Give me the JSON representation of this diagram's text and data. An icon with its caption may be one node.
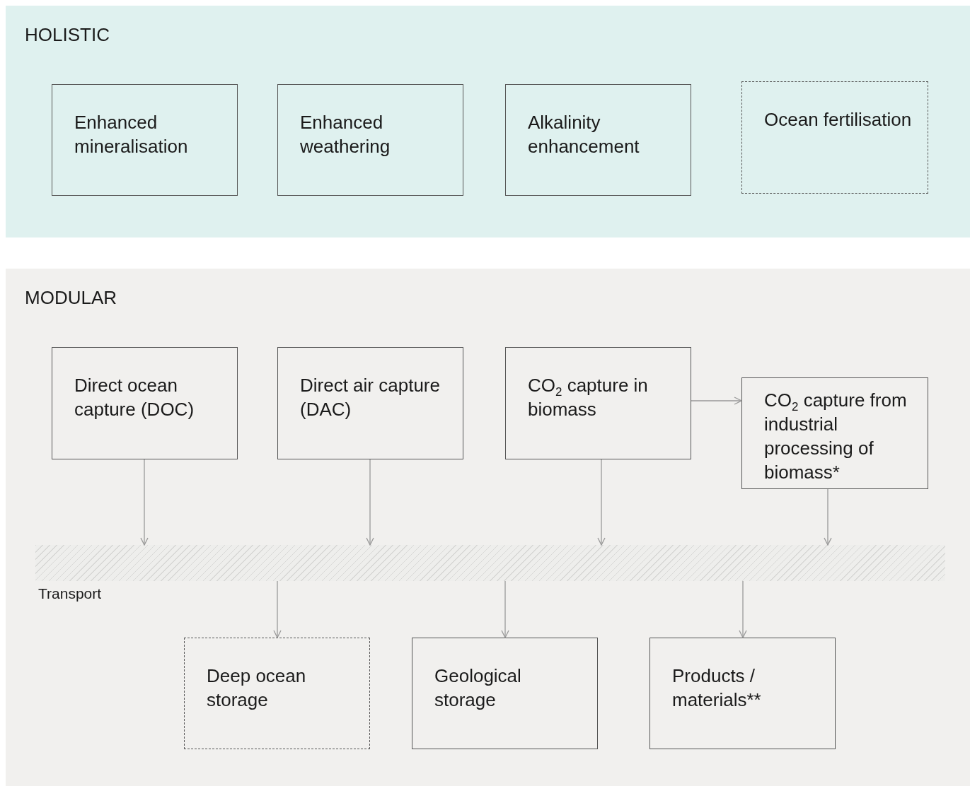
{
  "diagram": {
    "nodes": [
      {
        "text": [
          "HOLISTIC"
        ]
      },
      {
        "text": [
          "Enhanced mineralisation"
        ],
        "in": 0
      },
      {
        "text": [
          "Enhanced weathering"
        ],
        "in": 0
      },
      {
        "text": [
          "Alkalinity enhancement"
        ],
        "in": 0
      },
      {
        "text": [
          "Ocean fertilisation"
        ],
        "in": 0
      },
      {
        "text": [
          "MODULAR"
        ]
      },
      {
        "text": [
          "Direct ocean capture (DOC)"
        ],
        "in": 5
      },
      {
        "text": [
          "Direct air capture (DAC)"
        ],
        "in": 5
      },
      {
        "text": [
          "CO$_{2}$ capture in biomass"
        ],
        "in": 5
      },
      {
        "text": [
          "CO$_{2}$ capture from industrial processing of biomass*"
        ],
        "in": 5
      },
      {
        "text": [
          "Transport"
        ],
        "in": 5
      },
      {
        "text": [
          "Deep ocean storage"
        ],
        "in": 5
      },
      {
        "text": [
          "Geological storage"
        ],
        "in": 5
      },
      {
        "text": [
          "Products / materials**"
        ],
        "in": 5
      }
    ],
    "edges": [
      {
        "from": 8,
        "to": 9,
        "arrow": "to"
      },
      {
        "from": 6,
        "to": 10,
        "arrow": "to"
      },
      {
        "from": 7,
        "to": 10,
        "arrow": "to"
      },
      {
        "from": 8,
        "to": 10,
        "arrow": "to"
      },
      {
        "from": 9,
        "to": 10,
        "arrow": "to"
      },
      {
        "from": 10,
        "to": 11,
        "arrow": "to"
      },
      {
        "from": 10,
        "to": 12,
        "arrow": "to"
      },
      {
        "from": 10,
        "to": 13,
        "arrow": "to"
      }
    ]
  }
}
